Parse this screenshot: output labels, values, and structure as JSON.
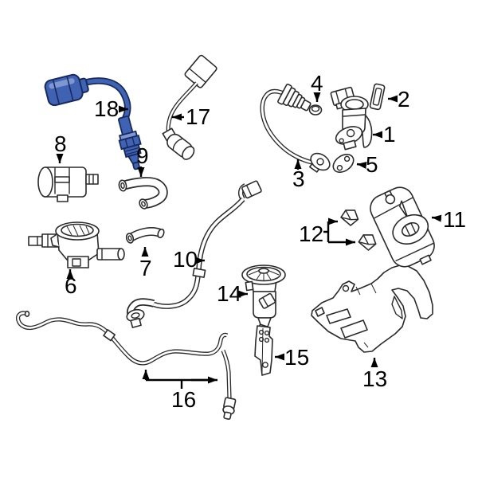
{
  "diagram": {
    "background": "#ffffff",
    "line_color": "#2a2a2a",
    "label_color": "#000000",
    "highlight_fill": "#3f63b2",
    "highlight_stroke": "#17295f",
    "highlight_light": "#7e97d0"
  },
  "callouts": [
    {
      "number": "1",
      "part": "egr-valve"
    },
    {
      "number": "2",
      "part": "egr-valve-gasket"
    },
    {
      "number": "3",
      "part": "egr-tube"
    },
    {
      "number": "4",
      "part": "egr-tube-seal"
    },
    {
      "number": "5",
      "part": "egr-tube-gasket"
    },
    {
      "number": "6",
      "part": "purge-valve"
    },
    {
      "number": "7",
      "part": "purge-hose"
    },
    {
      "number": "8",
      "part": "leak-detection-pump"
    },
    {
      "number": "9",
      "part": "vapor-hose"
    },
    {
      "number": "10",
      "part": "vapor-tube"
    },
    {
      "number": "11",
      "part": "vapor-canister"
    },
    {
      "number": "12",
      "part": "retainer-clips"
    },
    {
      "number": "13",
      "part": "canister-bracket"
    },
    {
      "number": "14",
      "part": "check-valve"
    },
    {
      "number": "15",
      "part": "mounting-bracket"
    },
    {
      "number": "16",
      "part": "vent-hose-assembly"
    },
    {
      "number": "17",
      "part": "oxygen-sensor"
    },
    {
      "number": "18",
      "part": "oxygen-sensor-highlighted"
    }
  ]
}
